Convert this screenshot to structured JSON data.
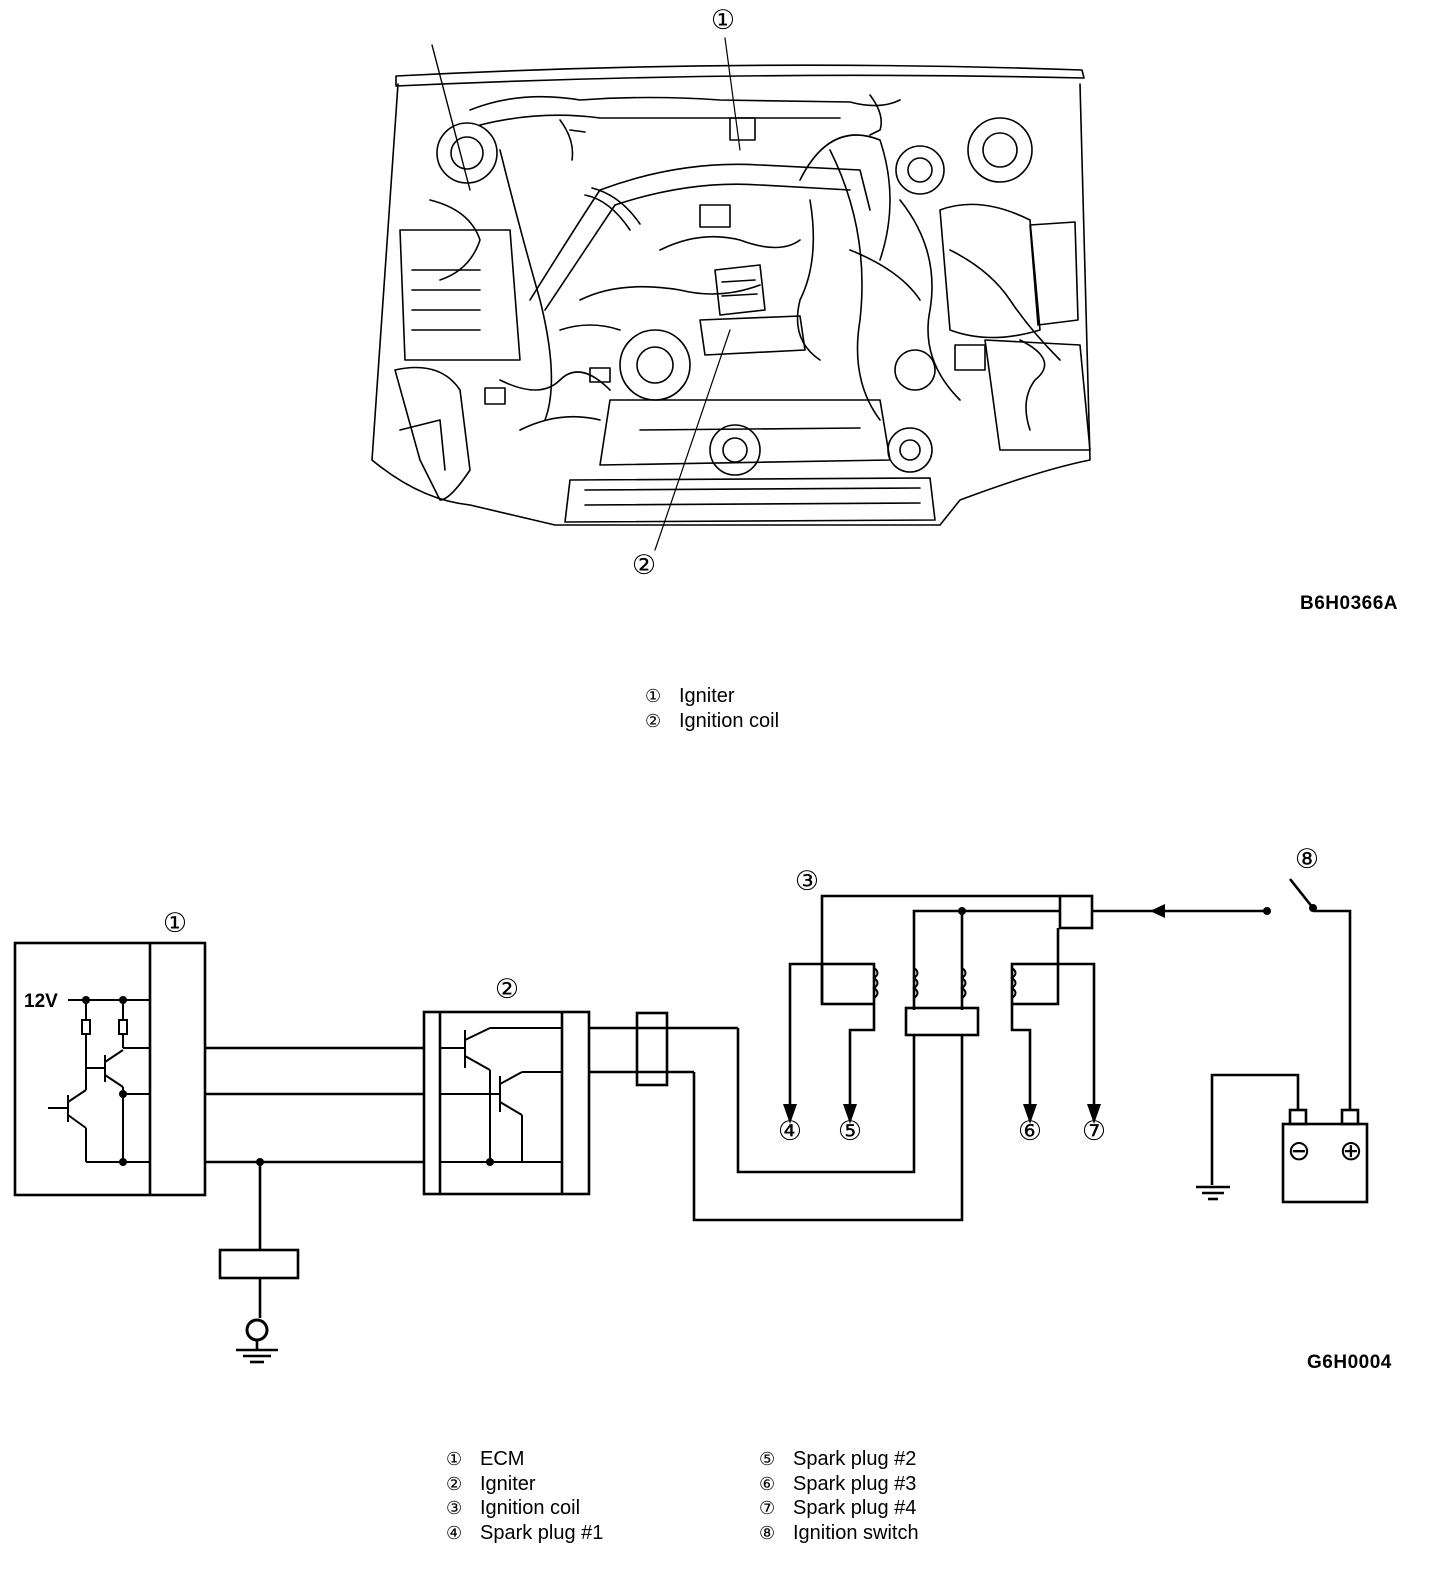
{
  "figure1": {
    "callouts": [
      "①",
      "②"
    ],
    "code": "B6H0366A",
    "legend": [
      {
        "num": "①",
        "label": "Igniter"
      },
      {
        "num": "②",
        "label": "Ignition coil"
      }
    ]
  },
  "figure2": {
    "callouts": [
      "①",
      "②",
      "③",
      "④",
      "⑤",
      "⑥",
      "⑦",
      "⑧"
    ],
    "voltage_label": "12V",
    "battery_minus": "⊖",
    "battery_plus": "⊕",
    "code": "G6H0004",
    "legend_left": [
      {
        "num": "①",
        "label": "ECM"
      },
      {
        "num": "②",
        "label": "Igniter"
      },
      {
        "num": "③",
        "label": "Ignition coil"
      },
      {
        "num": "④",
        "label": "Spark plug #1"
      }
    ],
    "legend_right": [
      {
        "num": "⑤",
        "label": "Spark plug #2"
      },
      {
        "num": "⑥",
        "label": "Spark plug #3"
      },
      {
        "num": "⑦",
        "label": "Spark plug #4"
      },
      {
        "num": "⑧",
        "label": "Ignition switch"
      }
    ]
  }
}
